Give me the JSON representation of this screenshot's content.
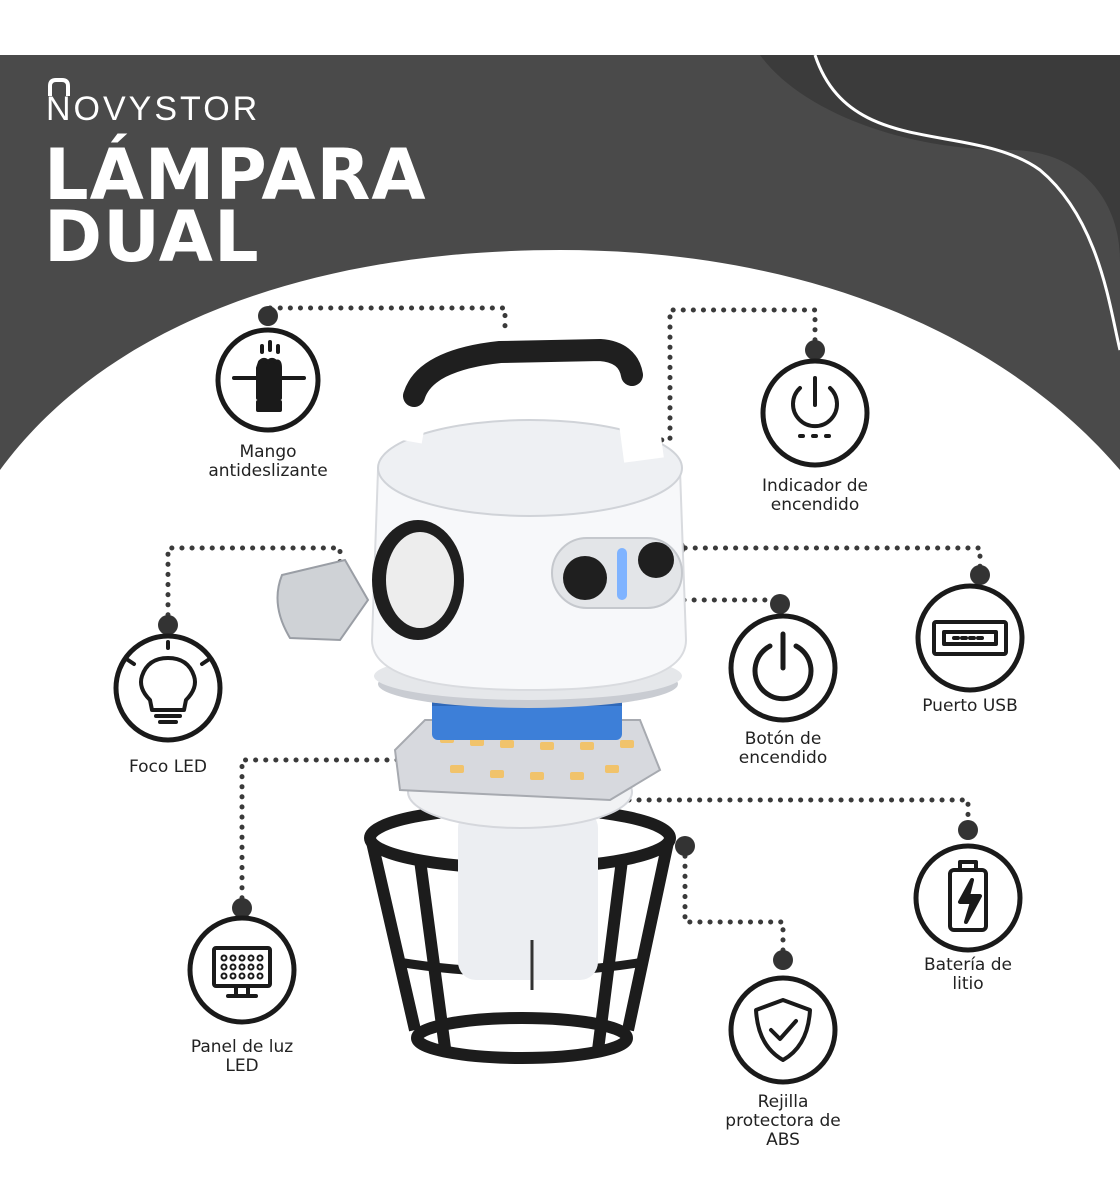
{
  "brand": "NOVYSTOR",
  "title_line1": "LÁMPARA",
  "title_line2": "DUAL",
  "features": [
    {
      "icon": "hand-grip-icon",
      "label": "Mango\nantideslizante"
    },
    {
      "icon": "power-indicator-icon",
      "label": "Indicador de\nencendido"
    },
    {
      "icon": "led-bulb-icon",
      "label": "Foco LED"
    },
    {
      "icon": "power-button-icon",
      "label": "Botón de\nencendido"
    },
    {
      "icon": "usb-port-icon",
      "label": "Puerto USB"
    },
    {
      "icon": "battery-icon",
      "label": "Batería de\nlitio"
    },
    {
      "icon": "led-panel-icon",
      "label": "Panel de luz\nLED"
    },
    {
      "icon": "shield-check-icon",
      "label": "Rejilla\nprotectora de\nABS"
    }
  ],
  "colors": {
    "header_bg": "#4a4a4a",
    "accent_dark": "#1f1f1f",
    "battery_blue": "#3d7fd8"
  }
}
